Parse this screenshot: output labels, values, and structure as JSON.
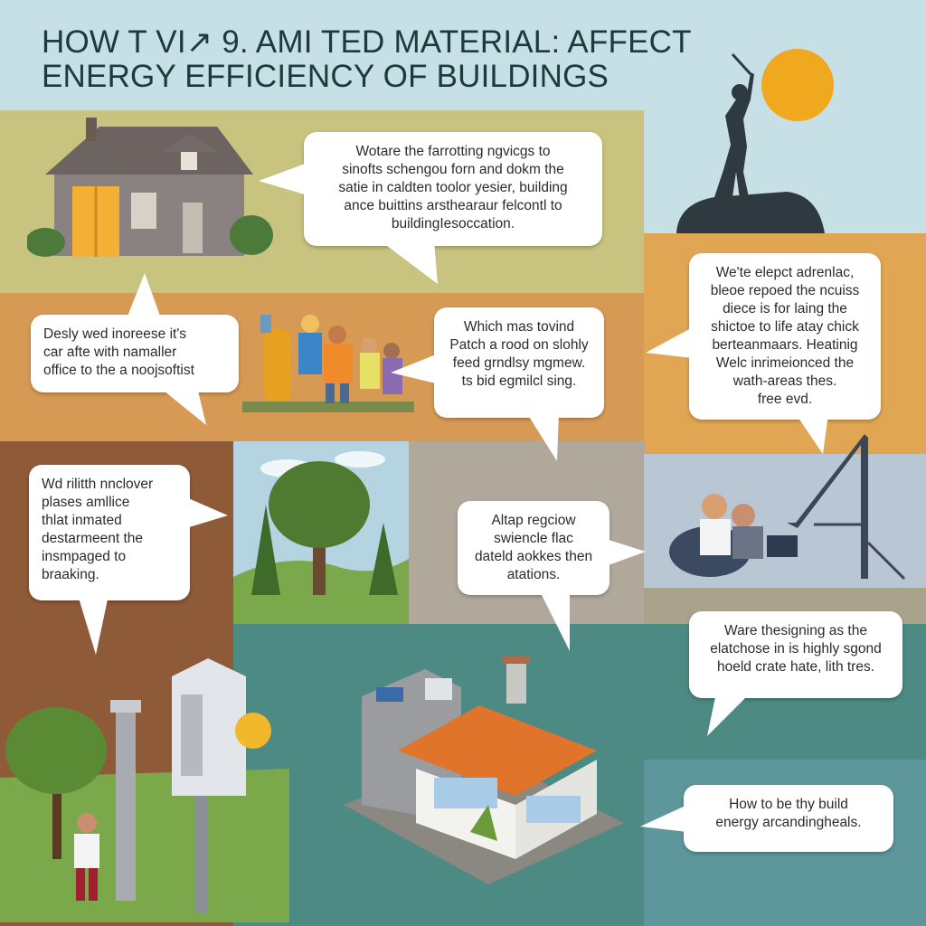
{
  "title": {
    "line1": "HOW T VI↗ 9. AMI TED MATERIAL: AFFECT",
    "line2": "ENERGY EFFICIENCY OF BUILDINGS"
  },
  "bubbles": {
    "b1": "Wotare the farrotting ngvicgs to\nsinofts schengou forn and dokm the\nsatie in caldten toolor yesier, building\nance buittins arsthearaur felcontl to\nbuildingIesoccation.",
    "b2": "Desly wed inoreese it's\ncar afte with namaller\noffice to the a noojsoftist",
    "b3": "Which mas tovind\nPatch a rood on slohly\nfeed grndlsy mgmew.\nts bid egmilcl sing.",
    "b4": "We'te elepct adrenlac,\nbleoe repoed the ncuiss\ndiece is for laing the\nshictoe to life atay chick\nberteanmaars. Heatinig\nWelc inrimeionced the\nwath-areas thes.\nfree evd.",
    "b5": "Wd rilitth nnclover\nplases amllice\nthlat inmated\ndestarmeent the\ninsmpaged to\nbraaking.",
    "b6": "Altap regciow\nswiencle flac\ndateld aokkes then\natations.",
    "b7": "Ware thesigning as the\nelatchose in is highly sgond\nhoeld crate hate, lith tres.",
    "b8": "How to be thy build\nenergy arcandingheals."
  },
  "colors": {
    "sky": "#c6e0e6",
    "olive": "#c8c37e",
    "orange": "#d69a55",
    "brown": "#8e5a38",
    "gray": "#b0a99b",
    "teal": "#4d8a83",
    "mustard": "#e0a653",
    "blue_gray": "#b9c7d4",
    "sun": "#f0a81e"
  }
}
